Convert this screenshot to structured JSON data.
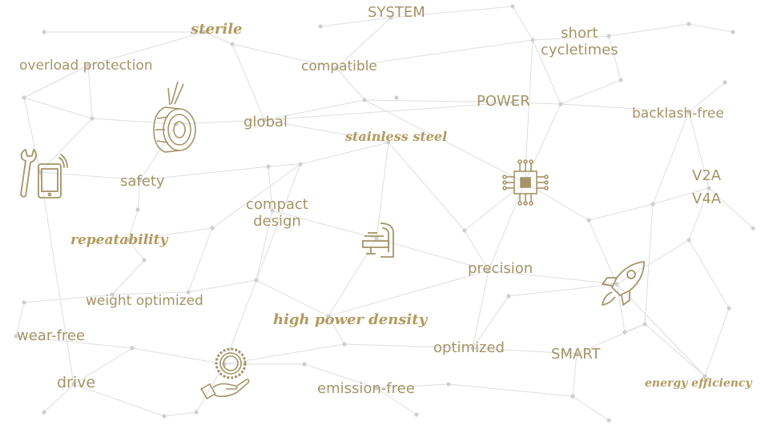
{
  "colors": {
    "gold": "#a59467",
    "script_gold": "#b39a5d",
    "line": "#dedede",
    "dot": "#cfcfcf",
    "background": "#ffffff"
  },
  "terms": {
    "system": "SYSTEM",
    "short_cycletimes": "short\ncycletimes",
    "sterile": "sterile",
    "overload_protection": "overload protection",
    "compatible": "compatible",
    "power": "POWER",
    "backlash_free": "backlash-free",
    "global": "global",
    "stainless_steel": "stainless steel",
    "safety": "safety",
    "v2a": "V2A",
    "v4a": "V4A",
    "compact_design": "compact\ndesign",
    "repeatability": "repeatability",
    "precision": "precision",
    "weight_optimized": "weight optimized",
    "high_power_density": "high power density",
    "wear_free": "wear-free",
    "optimized": "optimized",
    "smart": "SMART",
    "drive": "drive",
    "emission_free": "emission-free",
    "energy_efficiency": "energy efficiency"
  },
  "icons": [
    "gear-wheel-icon",
    "wrench-tablet-icon",
    "microchip-icon",
    "medical-scanner-icon",
    "rocket-icon",
    "gear-in-hand-icon"
  ]
}
